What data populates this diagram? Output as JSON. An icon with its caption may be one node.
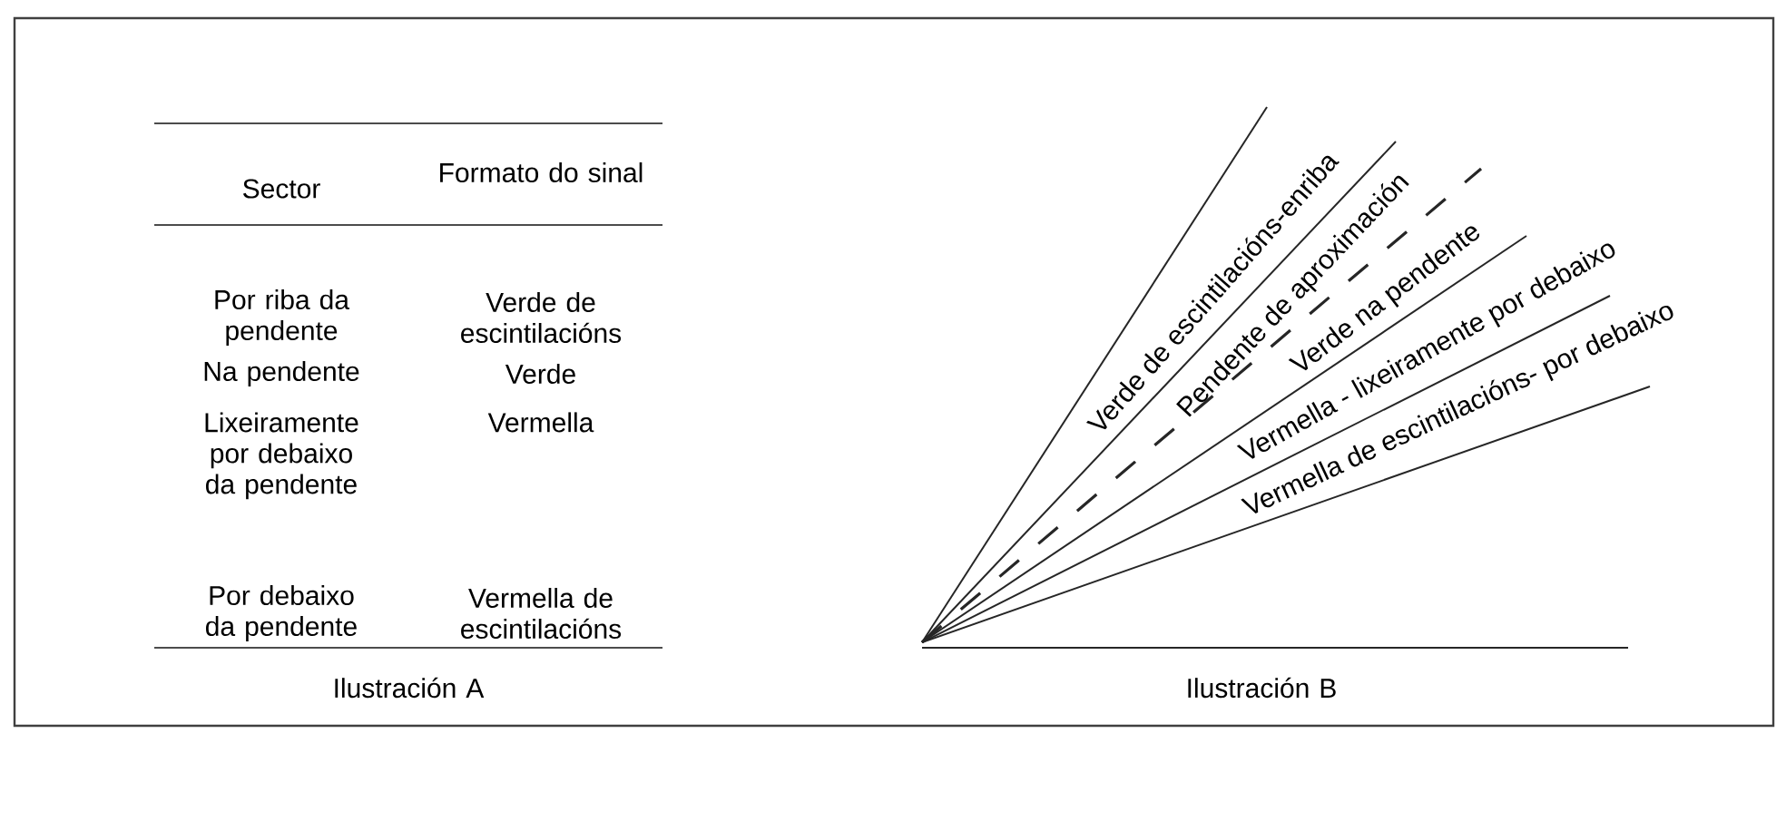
{
  "diagram": {
    "labels": [
      "Sector",
      "Formato do sinal",
      "Por riba da pendente",
      "Verde de escintilacións",
      "Na pendente",
      "Verde",
      "Lixeiramente por debaixo da pendente",
      "Vermella",
      "Por debaixo da pendente",
      "Vermella de escintilacións",
      "Ilustración A",
      "Verde de escintilacións-enriba",
      "Pendente de aproximación",
      "Verde na pendente",
      "Vermella - lixeiramente por debaixo",
      "Vermella de escintilacións- por debaixo",
      "Ilustración B"
    ]
  }
}
